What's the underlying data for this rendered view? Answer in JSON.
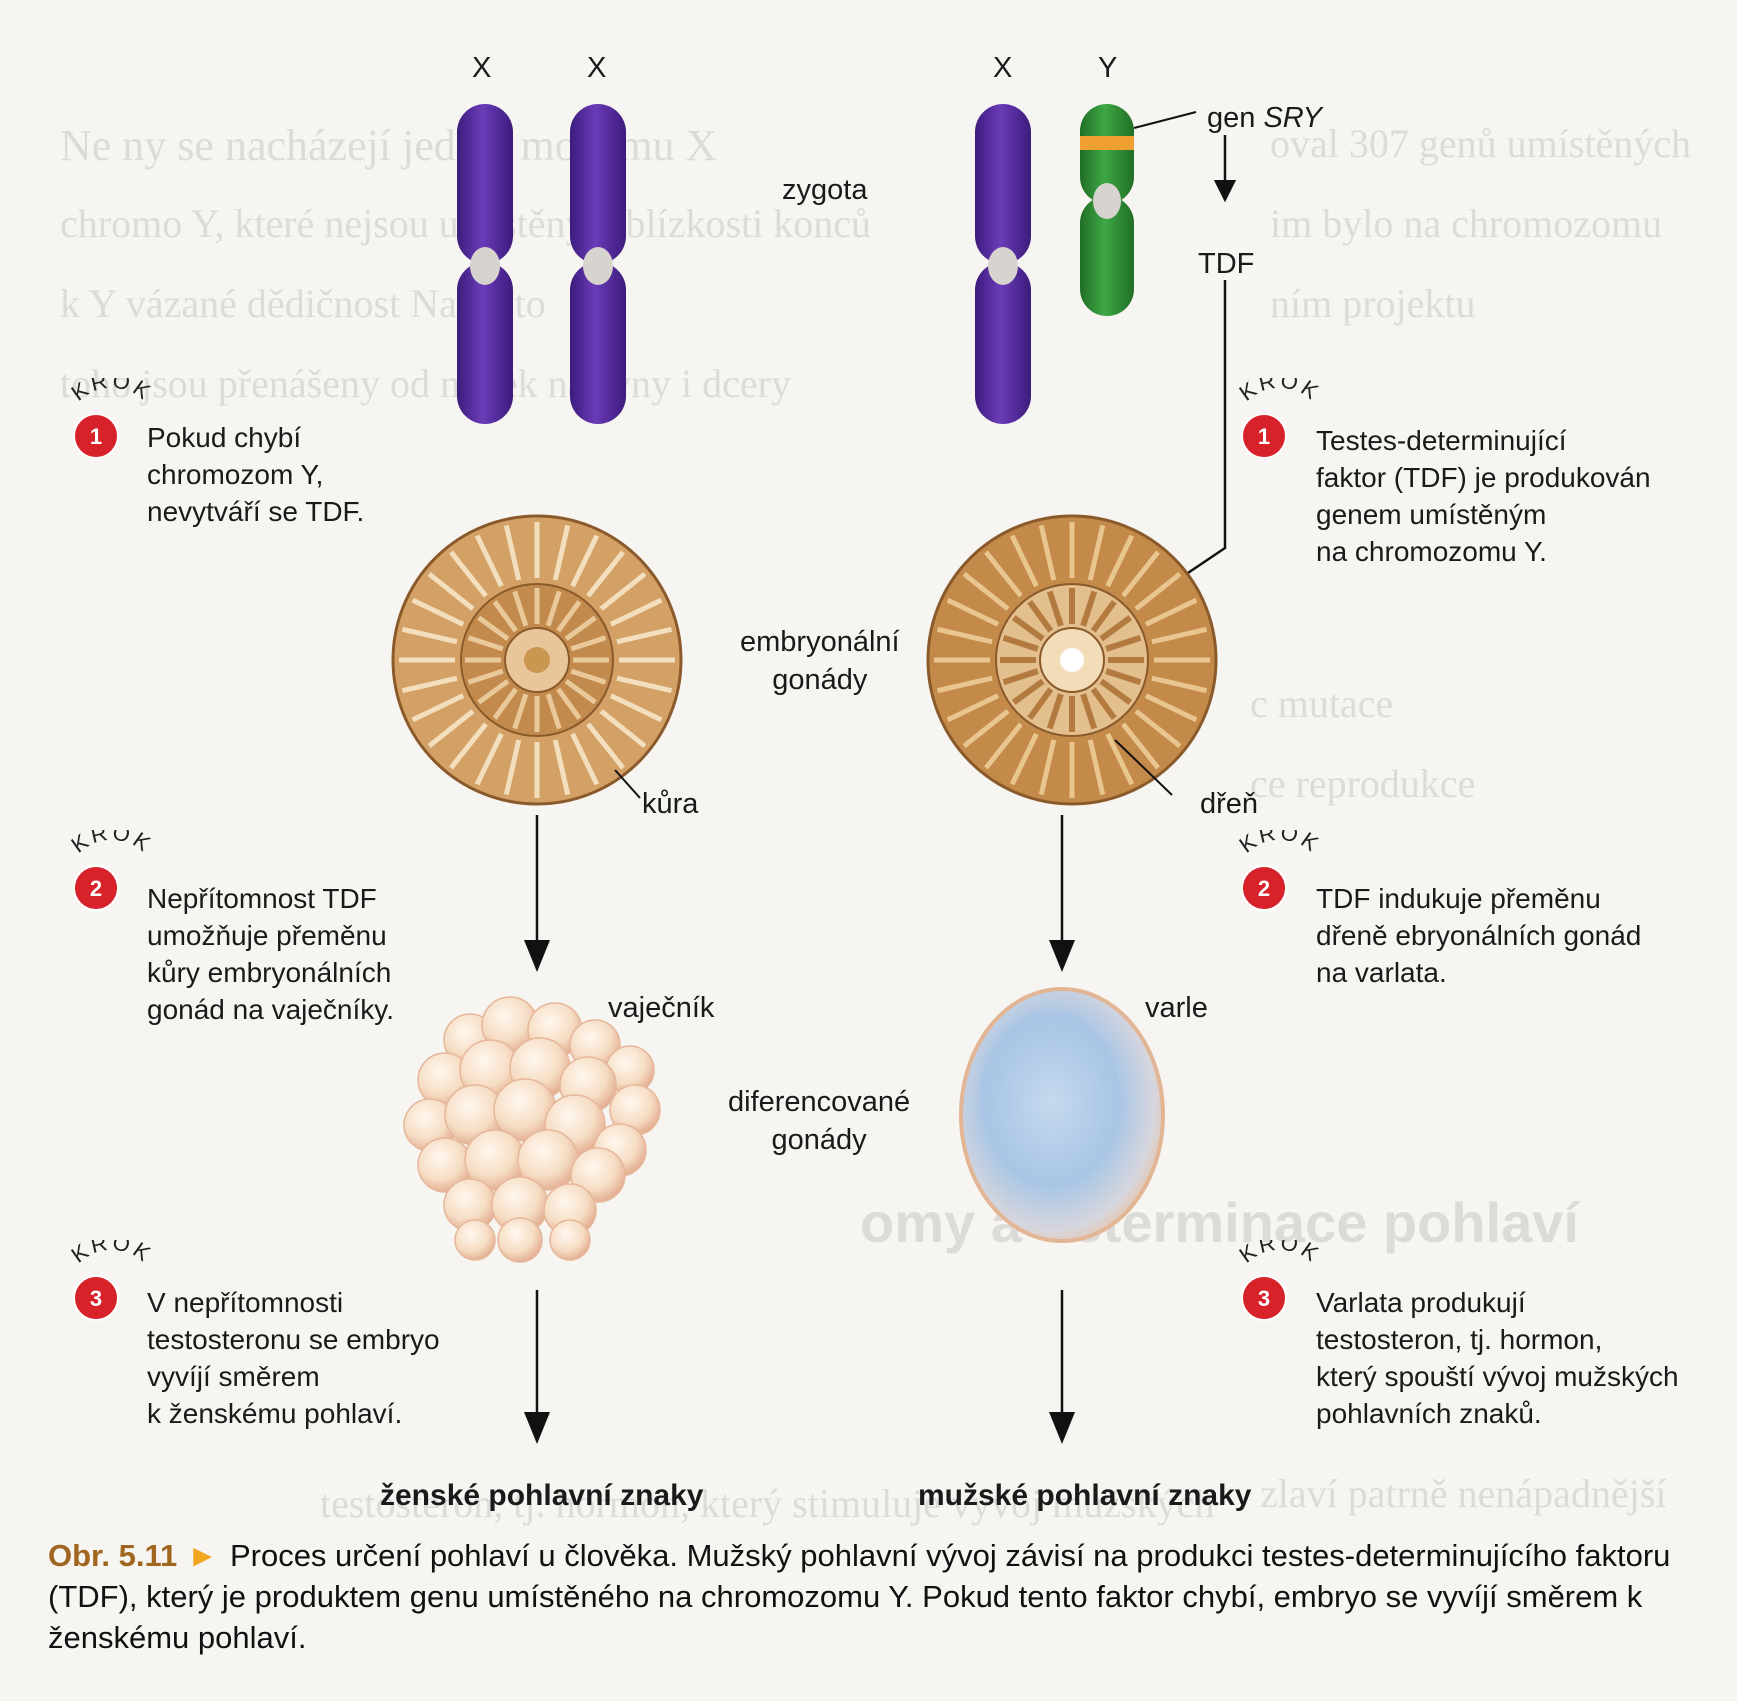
{
  "colors": {
    "chromosome_x": "#5a2ea2",
    "chromosome_y": "#2f8f34",
    "sry_band": "#f0a030",
    "gonad": "#d6a66b",
    "badge_red": "#d8222a",
    "caption_label": "#a0661f"
  },
  "chromosomes": {
    "left_pair": [
      "X",
      "X"
    ],
    "right_pair": [
      "X",
      "Y"
    ],
    "zygote_label": "zygota",
    "sry_label_prefix": "gen ",
    "sry_label_gene": "SRY",
    "tdf_label": "TDF"
  },
  "gonads": {
    "embryonic_label": "embryonální\ngonády",
    "cortex_label": "kůra",
    "medulla_label": "dřeň",
    "ovary_label": "vaječník",
    "testis_label": "varle",
    "differentiated_label": "diferencované\ngonády"
  },
  "badges": {
    "word": "KROK",
    "left": [
      "1",
      "2",
      "3"
    ],
    "right": [
      "1",
      "2",
      "3"
    ]
  },
  "steps": {
    "left": [
      "Pokud chybí\nchromozom Y,\nnevytváří se TDF.",
      "Nepřítomnost TDF\numožňuje přeměnu\nkůry embryonálních\ngonád na vaječníky.",
      "V nepřítomnosti\ntestosteronu se embryo\nvyvíjí směrem\nk ženskému pohlaví."
    ],
    "right": [
      "Testes-determinující\nfaktor (TDF) je produkován\ngenem umístěným\nna chromozomu Y.",
      "TDF indukuje přeměnu\ndřeně ebryonálních gonád\nna varlata.",
      "Varlata produkují\ntestosteron, tj. hormon,\nkterý spouští vývoj mužských\npohlavních znaků."
    ]
  },
  "outcomes": {
    "female": "ženské pohlavní znaky",
    "male": "mužské pohlavní znaky"
  },
  "caption": {
    "label": "Obr. 5.11",
    "arrow": "►",
    "text": "Proces určení pohlaví u člověka. Mužský pohlavní vývoj závisí na produkci testes-determinujícího faktoru (TDF), který je produktem genu umístěného na chromozomu Y. Pokud tento faktor chybí, embryo se vyvíjí směrem k ženskému pohlaví."
  }
}
